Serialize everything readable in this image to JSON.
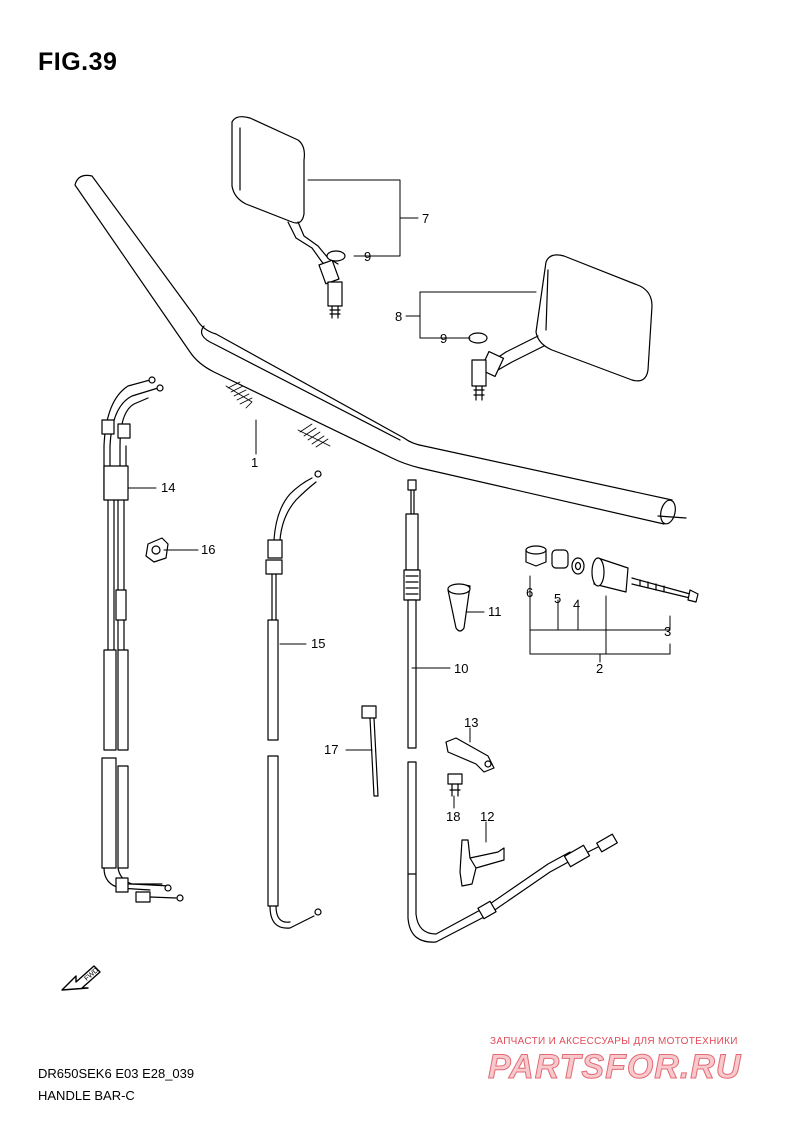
{
  "figure": {
    "title": "FIG.39",
    "model_code": "DR650SEK6 E03 E28_039",
    "section": "HANDLE BAR-C"
  },
  "labels": {
    "p1": "1",
    "p2": "2",
    "p3": "3",
    "p4": "4",
    "p5": "5",
    "p6": "6",
    "p7": "7",
    "p8": "8",
    "p9a": "9",
    "p9b": "9",
    "p10": "10",
    "p11": "11",
    "p12": "12",
    "p13": "13",
    "p14": "14",
    "p15": "15",
    "p16": "16",
    "p17": "17",
    "p18": "18"
  },
  "fwd_marker": "FWD",
  "watermark": {
    "tagline": "ЗАПЧАСТИ И АКСЕССУАРЫ ДЛЯ МОТОТЕХНИКИ",
    "logo": "PARTSFOR.RU",
    "colors": {
      "tagline": "#e14b59",
      "logo_fill": "#f7c9cd",
      "logo_stroke": "#e46a74"
    }
  }
}
